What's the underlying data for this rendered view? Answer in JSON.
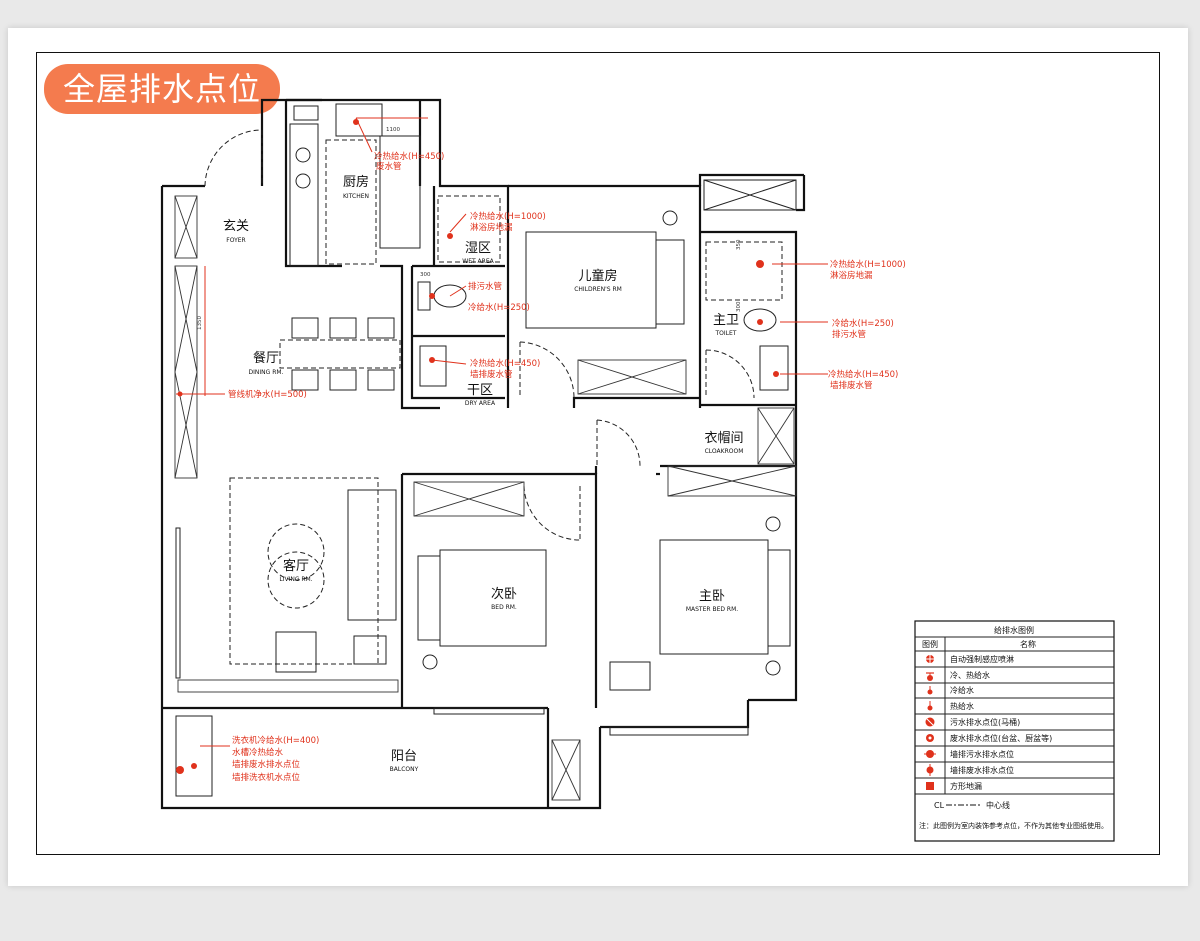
{
  "title": "全屋排水点位",
  "rooms": {
    "kitchen": {
      "cn": "厨房",
      "en": "KITCHEN"
    },
    "foyer": {
      "cn": "玄关",
      "en": "FOYER"
    },
    "dining": {
      "cn": "餐厅",
      "en": "DINING RM."
    },
    "wet": {
      "cn": "湿区",
      "en": "WET AREA"
    },
    "dry": {
      "cn": "干区",
      "en": "DRY AREA"
    },
    "children": {
      "cn": "儿童房",
      "en": "CHILDREN'S RM"
    },
    "toilet": {
      "cn": "主卫",
      "en": "TOILET"
    },
    "cloak": {
      "cn": "衣帽间",
      "en": "CLOAKROOM"
    },
    "living": {
      "cn": "客厅",
      "en": "LIVING RM."
    },
    "bed": {
      "cn": "次卧",
      "en": "BED RM."
    },
    "master": {
      "cn": "主卧",
      "en": "MASTER BED RM."
    },
    "balcony": {
      "cn": "阳台",
      "en": "BALCONY"
    }
  },
  "annotations": {
    "kitchen_a": "冷热给水(H=450)",
    "kitchen_b": "废水管",
    "wet_a": "冷热给水(H=1000)",
    "wet_b": "淋浴房地漏",
    "wet_c": "排污水管",
    "wet_d": "冷给水(H=250)",
    "dry_a": "冷热给水(H=450)",
    "dry_b": "墙排废水管",
    "dining_a": "管线机净水(H=500)",
    "toilet_a": "冷热给水(H=1000)",
    "toilet_b": "淋浴房地漏",
    "toilet_c": "冷给水(H=250)",
    "toilet_d": "排污水管",
    "toilet_e": "冷热给水(H=450)",
    "toilet_f": "墙排废水管",
    "balcony_a": "洗衣机冷给水(H=400)",
    "balcony_b": "水槽冷热给水",
    "balcony_c": "墙排废水排水点位",
    "balcony_d": "墙排洗衣机水点位"
  },
  "dimensions": {
    "d1": "1100",
    "d2": "300",
    "d3": "350",
    "d4": "1350",
    "d5": "300"
  },
  "legend": {
    "title": "给排水图例",
    "col_icon": "图例",
    "col_name": "名称",
    "items": [
      {
        "icon": "auto-sensor-sprinkler-icon",
        "name": "自动强制感应喷淋"
      },
      {
        "icon": "hot-cold-water-icon",
        "name": "冷、热给水"
      },
      {
        "icon": "cold-water-icon",
        "name": "冷给水"
      },
      {
        "icon": "hot-water-icon",
        "name": "热给水"
      },
      {
        "icon": "sewage-drain-icon",
        "name": "污水排水点位(马桶)"
      },
      {
        "icon": "waste-drain-icon",
        "name": "废水排水点位(台盆、厨盆等)"
      },
      {
        "icon": "wall-sewage-drain-icon",
        "name": "墙排污水排水点位"
      },
      {
        "icon": "wall-waste-drain-icon",
        "name": "墙排废水排水点位"
      },
      {
        "icon": "square-floor-drain-icon",
        "name": "方形地漏"
      }
    ],
    "centerline_symbol": "CL",
    "centerline_label": "中心线",
    "note": "注：此图例为室内装饰参考点位，不作为其他专业图纸使用。"
  },
  "colors": {
    "accent": "#f47b4e",
    "annotation": "#e0321c"
  }
}
